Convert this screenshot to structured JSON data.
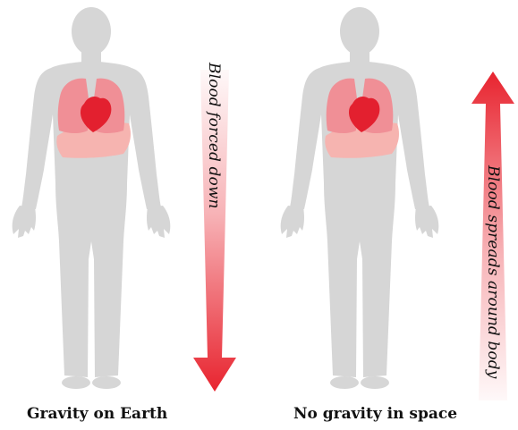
{
  "panels": {
    "earth": {
      "caption": "Gravity on Earth",
      "arrow_label": "Blood forced down",
      "arrow_direction": "down"
    },
    "space": {
      "caption": "No gravity in space",
      "arrow_label": "Blood spreads around body",
      "arrow_direction": "up"
    }
  },
  "colors": {
    "body": "#d6d6d6",
    "lungs": "#f08f96",
    "liver": "#f6b4b0",
    "heart": "#e3202f",
    "arrow": "#e8242f"
  }
}
